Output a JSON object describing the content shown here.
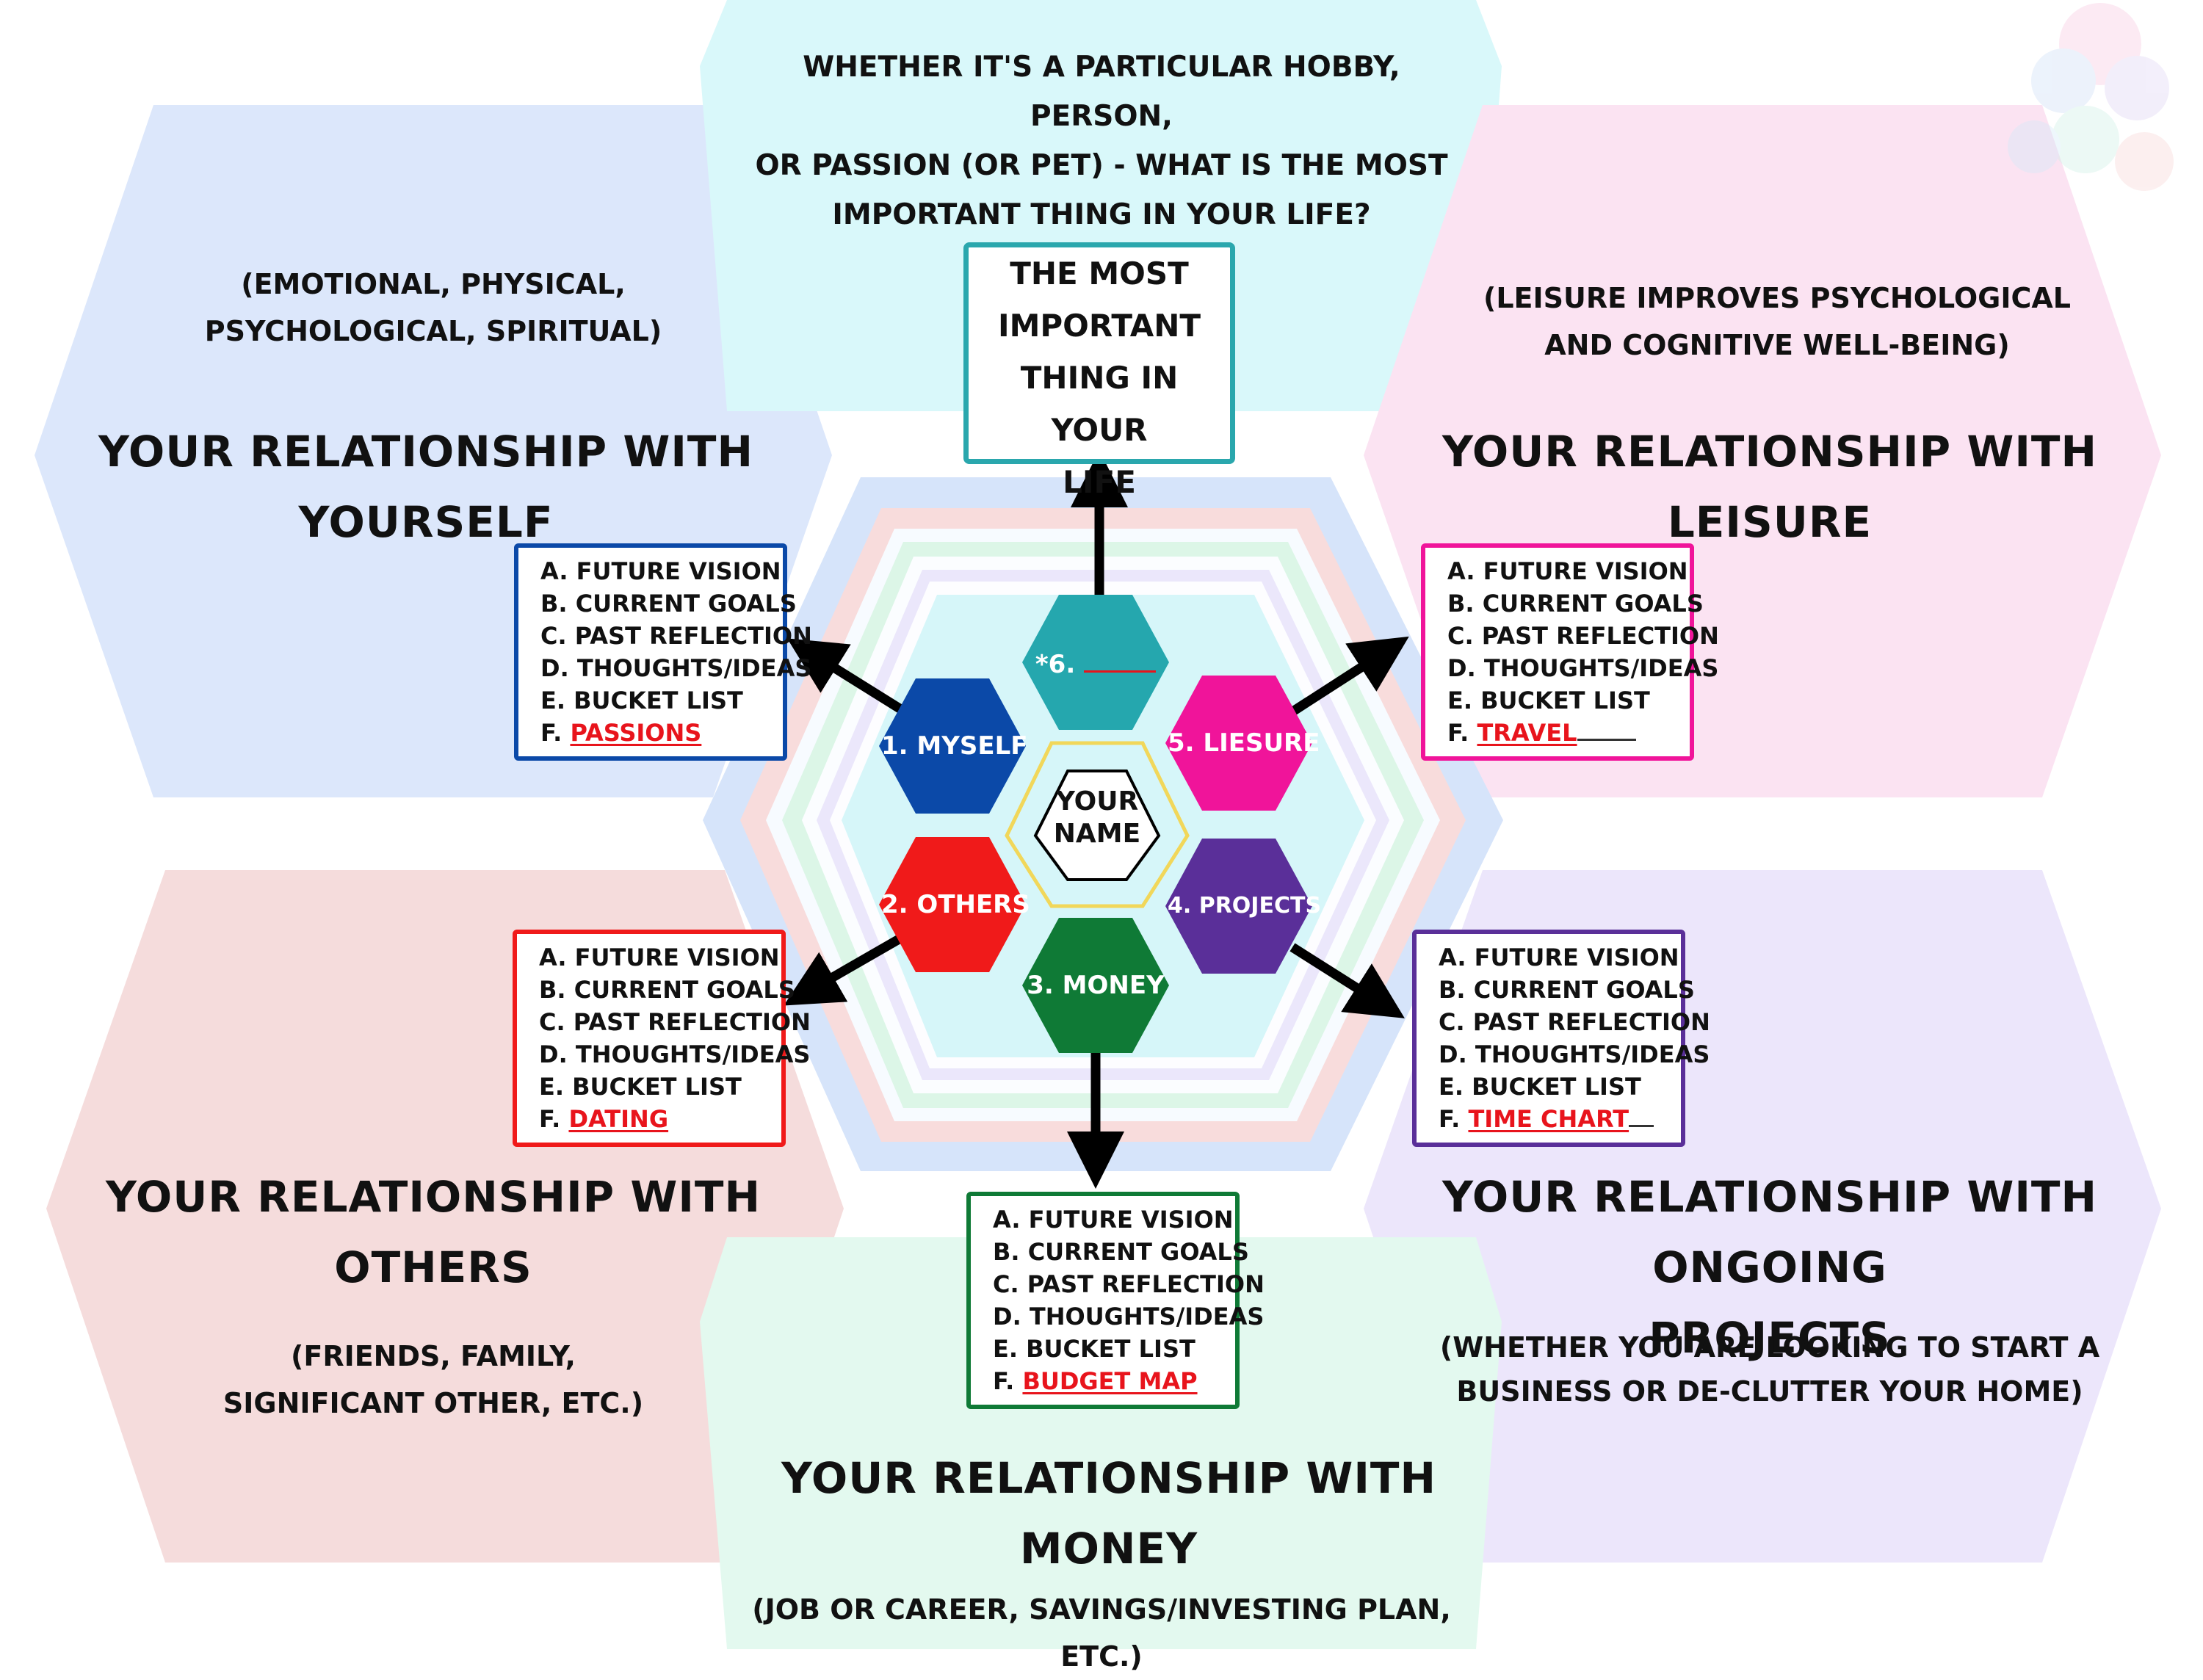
{
  "colors": {
    "myself": "#0b49a8",
    "others": "#f01a1a",
    "money": "#0f7a36",
    "projects": "#5a2f99",
    "leisure": "#f0149a",
    "important": "#25a7ae",
    "fill_text": "#e8141c"
  },
  "top": {
    "question_line1": "WHETHER IT'S A PARTICULAR HOBBY, PERSON,",
    "question_line2": "OR PASSION (OR PET) - WHAT IS THE MOST",
    "question_line3": "IMPORTANT THING IN YOUR LIFE?",
    "box_line1": "THE MOST",
    "box_line2": "IMPORTANT",
    "box_line3": "THING IN YOUR",
    "box_line4": "LIFE"
  },
  "yourself": {
    "sub_line1": "(EMOTIONAL, PHYSICAL,",
    "sub_line2": "PSYCHOLOGICAL, SPIRITUAL)",
    "heading_line1": "YOUR RELATIONSHIP WITH",
    "heading_line2": "YOURSELF"
  },
  "leisure": {
    "sub_line1": "(LEISURE IMPROVES PSYCHOLOGICAL",
    "sub_line2": "AND COGNITIVE WELL-BEING)",
    "heading_line1": "YOUR RELATIONSHIP WITH",
    "heading_line2": "LEISURE"
  },
  "others": {
    "heading_line1": "YOUR RELATIONSHIP WITH",
    "heading_line2": "OTHERS",
    "sub_line1": "(FRIENDS, FAMILY,",
    "sub_line2": "SIGNIFICANT OTHER, ETC.)"
  },
  "projects": {
    "heading_line1": "YOUR RELATIONSHIP WITH ONGOING",
    "heading_line2": "PROJECTS",
    "sub_line1": "(WHETHER YOU ARE LOOKING TO START A",
    "sub_line2": "BUSINESS OR DE-CLUTTER YOUR HOME)"
  },
  "money": {
    "heading_line1": "YOUR RELATIONSHIP WITH",
    "heading_line2": "MONEY",
    "sub_line1": "(JOB OR CAREER, SAVINGS/INVESTING PLAN, ETC.)"
  },
  "list": {
    "a": "A. FUTURE VISION",
    "b": "B. CURRENT GOALS",
    "c": "C. PAST REFLECTION",
    "d": "D. THOUGHTS/IDEAS",
    "e": "E. BUCKET LIST",
    "f_prefix": "F."
  },
  "fills": {
    "myself": "PASSIONS",
    "leisure": "TRAVEL",
    "others": "DATING",
    "projects": "TIME CHART",
    "money": "BUDGET MAP"
  },
  "center": {
    "name_line1": "YOUR",
    "name_line2": "NAME",
    "myself": "1. MYSELF",
    "others": "2. OTHERS",
    "money": "3. MONEY",
    "projects": "4. PROJECTS",
    "leisure": "5. LIESURE",
    "important": "*6."
  }
}
